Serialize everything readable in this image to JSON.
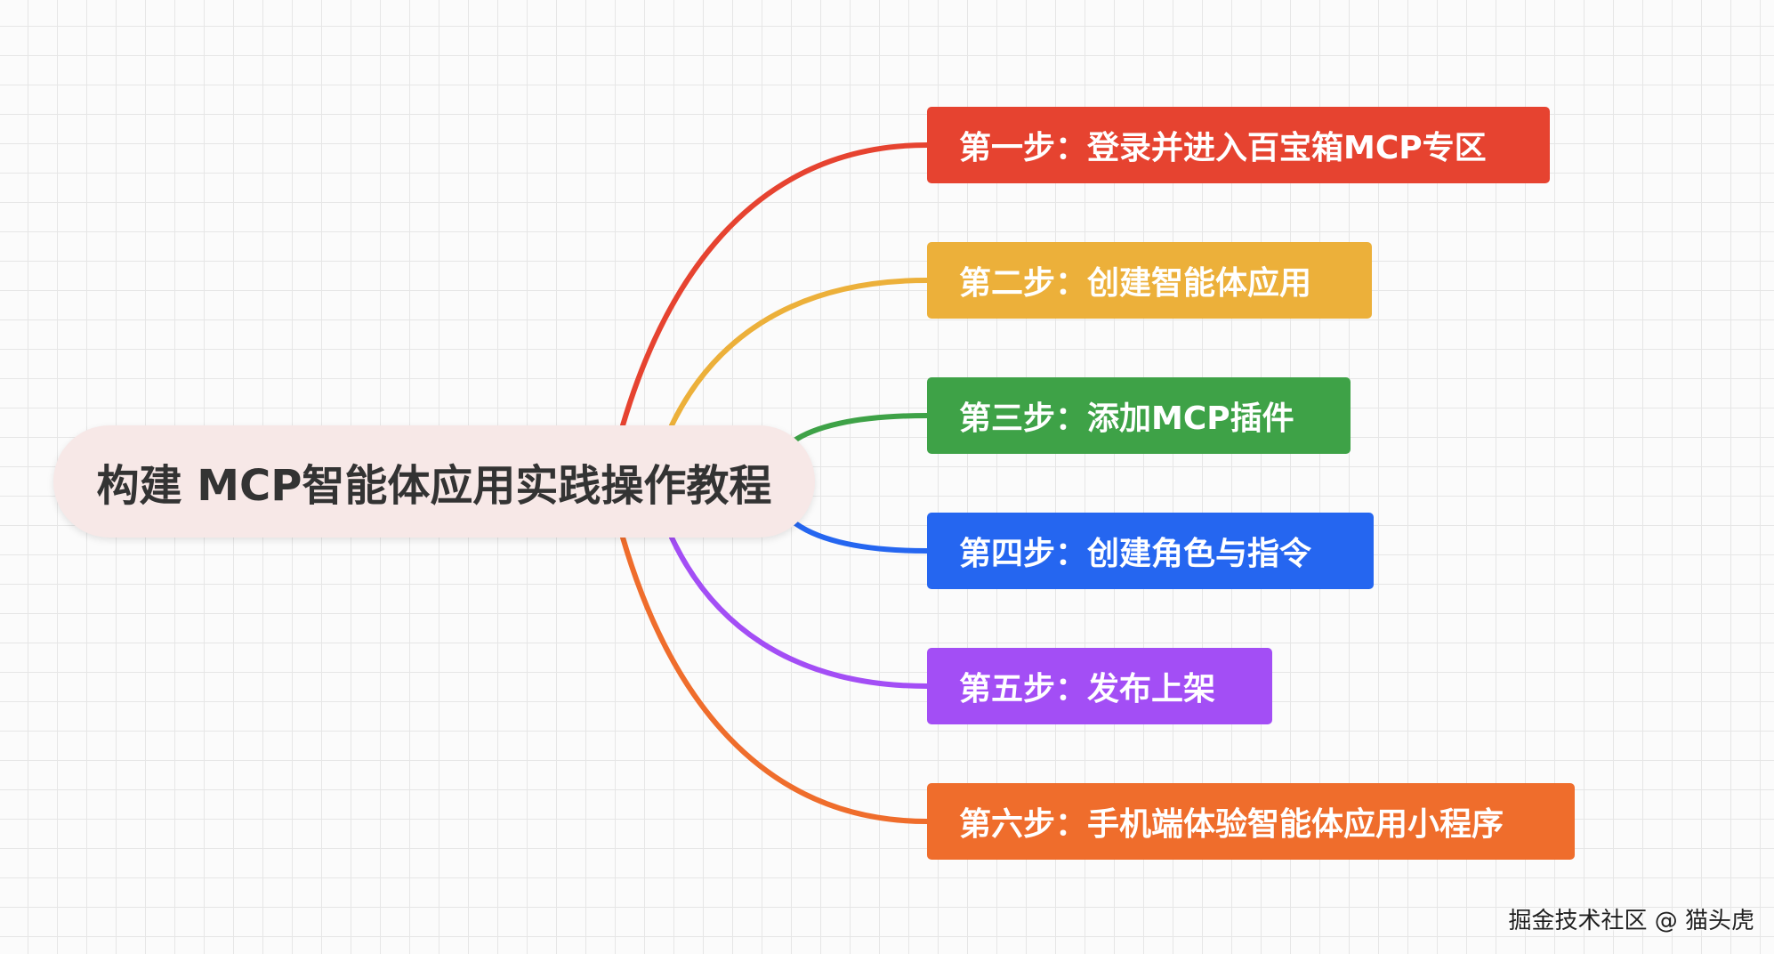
{
  "root": {
    "label": "构建 MCP智能体应用实践操作教程"
  },
  "steps": [
    {
      "label": "第一步：登录并进入百宝箱MCP专区",
      "color": "#e64330"
    },
    {
      "label": "第二步：创建智能体应用",
      "color": "#ecb03a"
    },
    {
      "label": "第三步：添加MCP插件",
      "color": "#3ea247"
    },
    {
      "label": "第四步：创建角色与指令",
      "color": "#2566f0"
    },
    {
      "label": "第五步：发布上架",
      "color": "#a34ef5"
    },
    {
      "label": "第六步：手机端体验智能体应用小程序",
      "color": "#ef6d2c"
    }
  ],
  "watermark": {
    "text": "掘金技术社区 @ 猫头虎"
  }
}
